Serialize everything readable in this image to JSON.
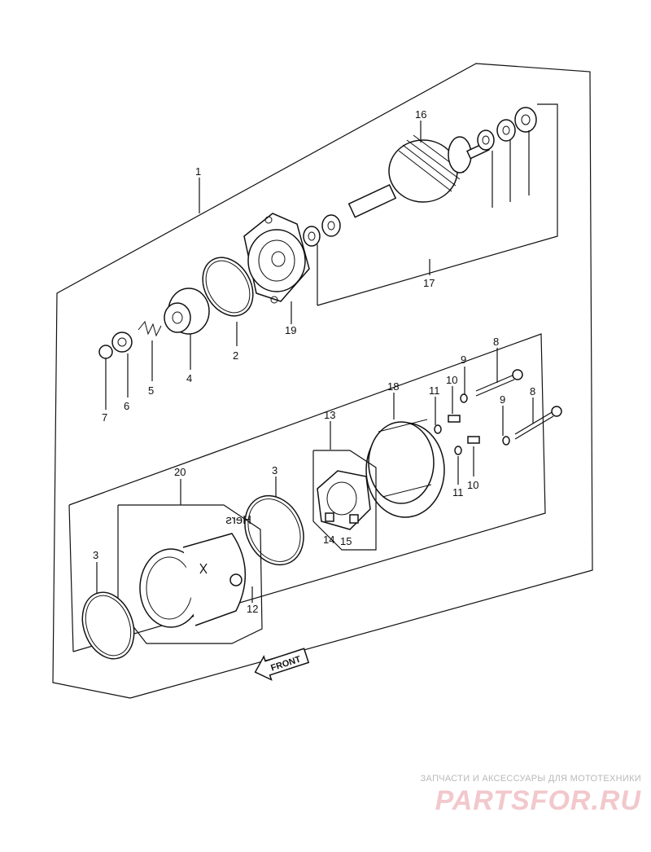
{
  "callouts": {
    "c1": "1",
    "c2": "2",
    "c3a": "3",
    "c3b": "3",
    "c4": "4",
    "c5": "5",
    "c6": "6",
    "c7": "7",
    "c8a": "8",
    "c8b": "8",
    "c9a": "9",
    "c9b": "9",
    "c10a": "10",
    "c10b": "10",
    "c11a": "11",
    "c11b": "11",
    "c12": "12",
    "c13": "13",
    "c14": "14",
    "c15": "15",
    "c16": "16",
    "c17": "17",
    "c18": "18",
    "c19": "19",
    "c20": "20"
  },
  "front_label": "FRONT",
  "mirrored_text": "Hers",
  "watermark": {
    "tagline": "ЗАПЧАСТИ И АКСЕССУАРЫ ДЛЯ МОТОТЕХНИКИ",
    "logo": "PARTSFOR.RU"
  }
}
